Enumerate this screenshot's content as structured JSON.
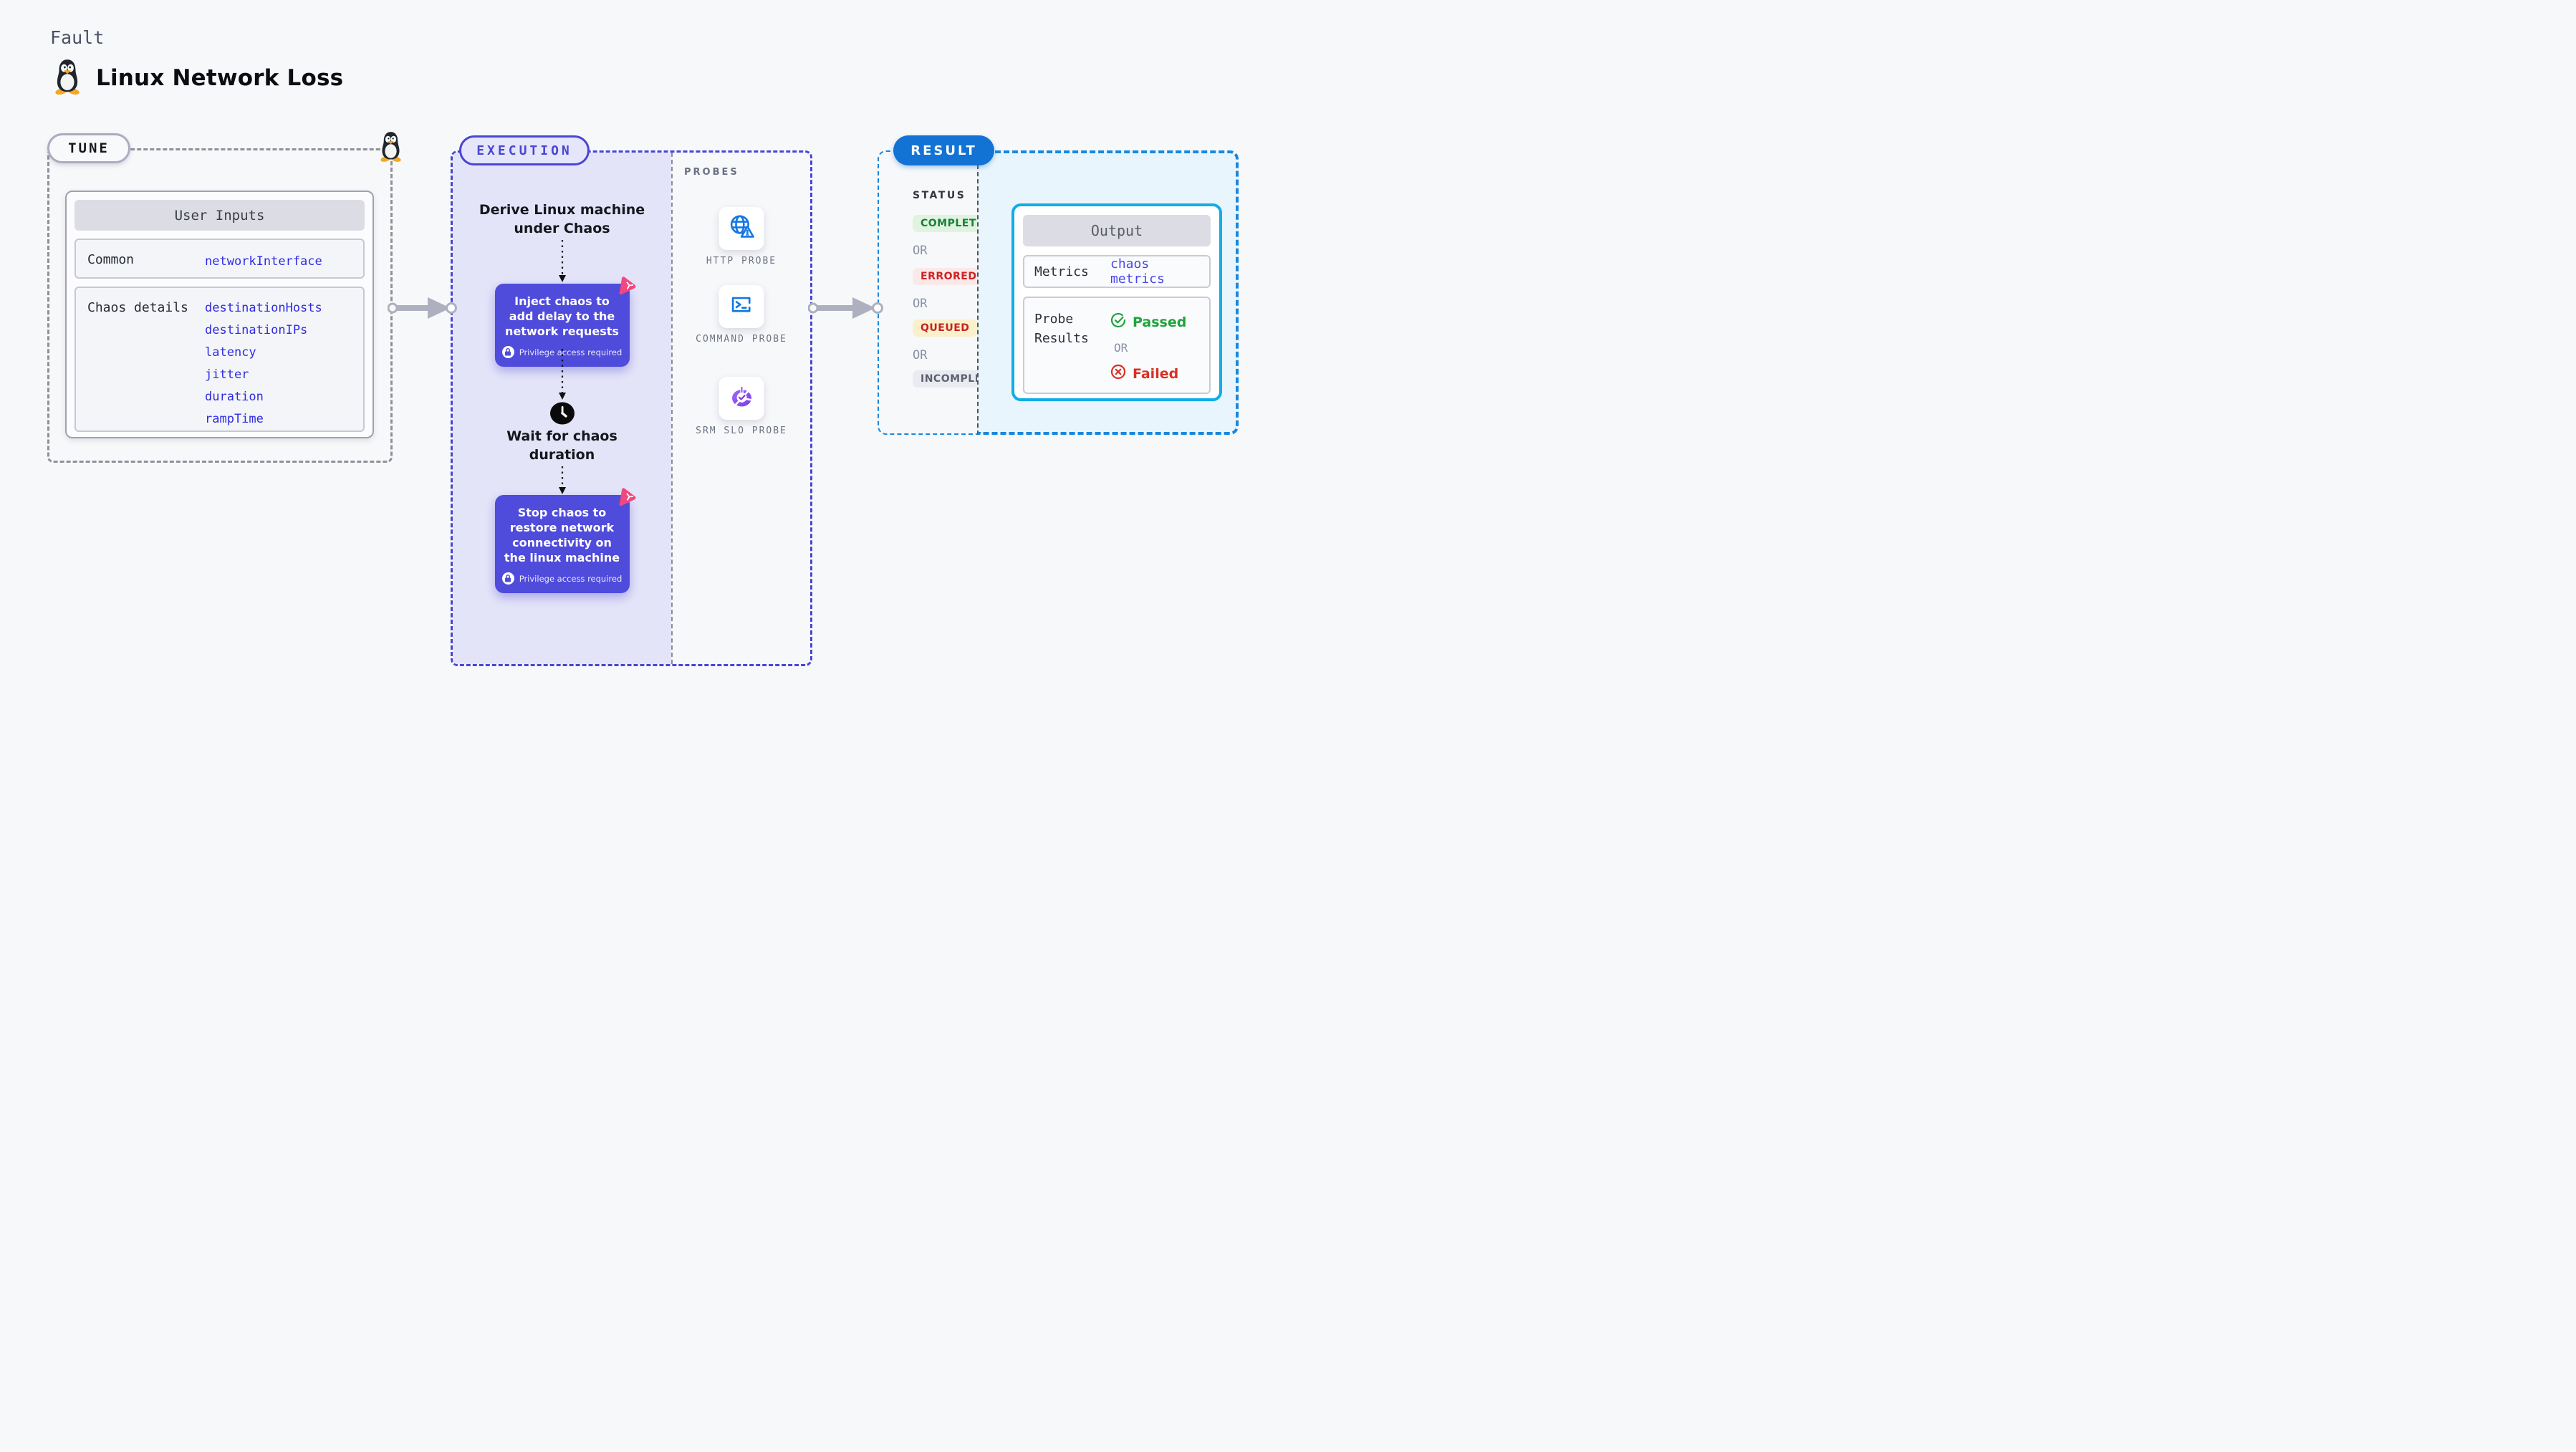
{
  "header": {
    "kicker": "Fault",
    "title": "Linux Network Loss",
    "icon": "tux-penguin-icon"
  },
  "tune": {
    "pill_label": "TUNE",
    "card_title": "User Inputs",
    "rows": [
      {
        "label": "Common",
        "values": [
          "networkInterface"
        ]
      },
      {
        "label": "Chaos details",
        "values": [
          "destinationHosts",
          "destinationIPs",
          "latency",
          "jitter",
          "duration",
          "rampTime"
        ]
      }
    ]
  },
  "execution": {
    "pill_label": "EXECUTION",
    "derive_text": "Derive Linux machine under Chaos",
    "inject_text": "Inject chaos to add delay to the network requests",
    "privilege_text": "Privilege access required",
    "wait_text": "Wait for chaos duration",
    "stop_text": "Stop chaos to restore network connectivity on the linux machine"
  },
  "probes": {
    "label": "PROBES",
    "items": [
      {
        "label": "HTTP PROBE",
        "icon": "globe-warning-icon"
      },
      {
        "label": "COMMAND PROBE",
        "icon": "terminal-icon"
      },
      {
        "label": "SRM SLO PROBE",
        "icon": "slo-donut-check-icon"
      }
    ]
  },
  "result": {
    "pill_label": "RESULT",
    "status_label": "STATUS",
    "or_label": "OR",
    "statuses": [
      {
        "label": "COMPLETED",
        "fg": "#188038",
        "bg": "#DFF3DF"
      },
      {
        "label": "ERRORED",
        "fg": "#CE2222",
        "bg": "#FBE9E9"
      },
      {
        "label": "QUEUED",
        "fg": "#C42222",
        "bg": "#FAF0CB"
      },
      {
        "label": "INCOMPLETED",
        "fg": "#5D6170",
        "bg": "#EAEBF1"
      }
    ],
    "output": {
      "title": "Output",
      "metrics_label": "Metrics",
      "metrics_value": "chaos metrics",
      "probe_results_label": "Probe Results",
      "passed_label": "Passed",
      "or_label": "OR",
      "failed_label": "Failed"
    }
  },
  "colors": {
    "page_bg": "#F7F8FA",
    "tune_dash": "#909099",
    "execution_dash": "#4A46D2",
    "execution_fill": "#E4E4F9",
    "step_card": "#4F4BDB",
    "flag_pink": "#F0487F",
    "probe_icon_blue": "#1478E0",
    "srm_purple": "#8A5CF0",
    "result_pill": "#1273D4",
    "result_dash": "#1987DC",
    "output_fill": "#E9F5FC",
    "output_border": "#10ADE8",
    "value_blue": "#2F2BE2",
    "passed_green": "#1FA33C",
    "failed_red": "#D93025"
  }
}
